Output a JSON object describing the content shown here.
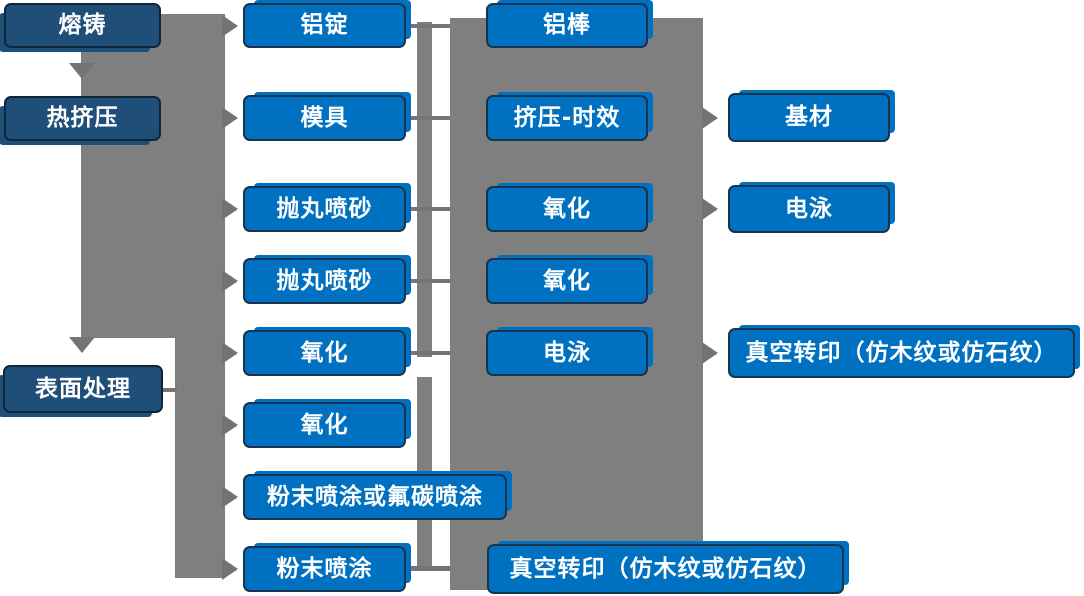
{
  "colors": {
    "node_blue": "#0070C0",
    "node_navy": "#1F4E79",
    "connector_gray": "#7F7F7F",
    "node_text": "#FFFFFF",
    "background": "#FFFFFF"
  },
  "nodes": {
    "stage": [
      "熔铸",
      "热挤压",
      "表面处理"
    ],
    "process": [
      "铝锭",
      "模具",
      "抛丸喷砂",
      "抛丸喷砂",
      "氧化",
      "氧化",
      "粉末喷涂或氟碳喷涂",
      "粉末喷涂"
    ],
    "midstream": [
      "铝棒",
      "挤压-时效",
      "氧化",
      "氧化",
      "电泳"
    ],
    "output": [
      "基材",
      "电泳",
      "真空转印（仿木纹或仿石纹）"
    ],
    "bottom_output": "真空转印（仿木纹或仿石纹）"
  }
}
